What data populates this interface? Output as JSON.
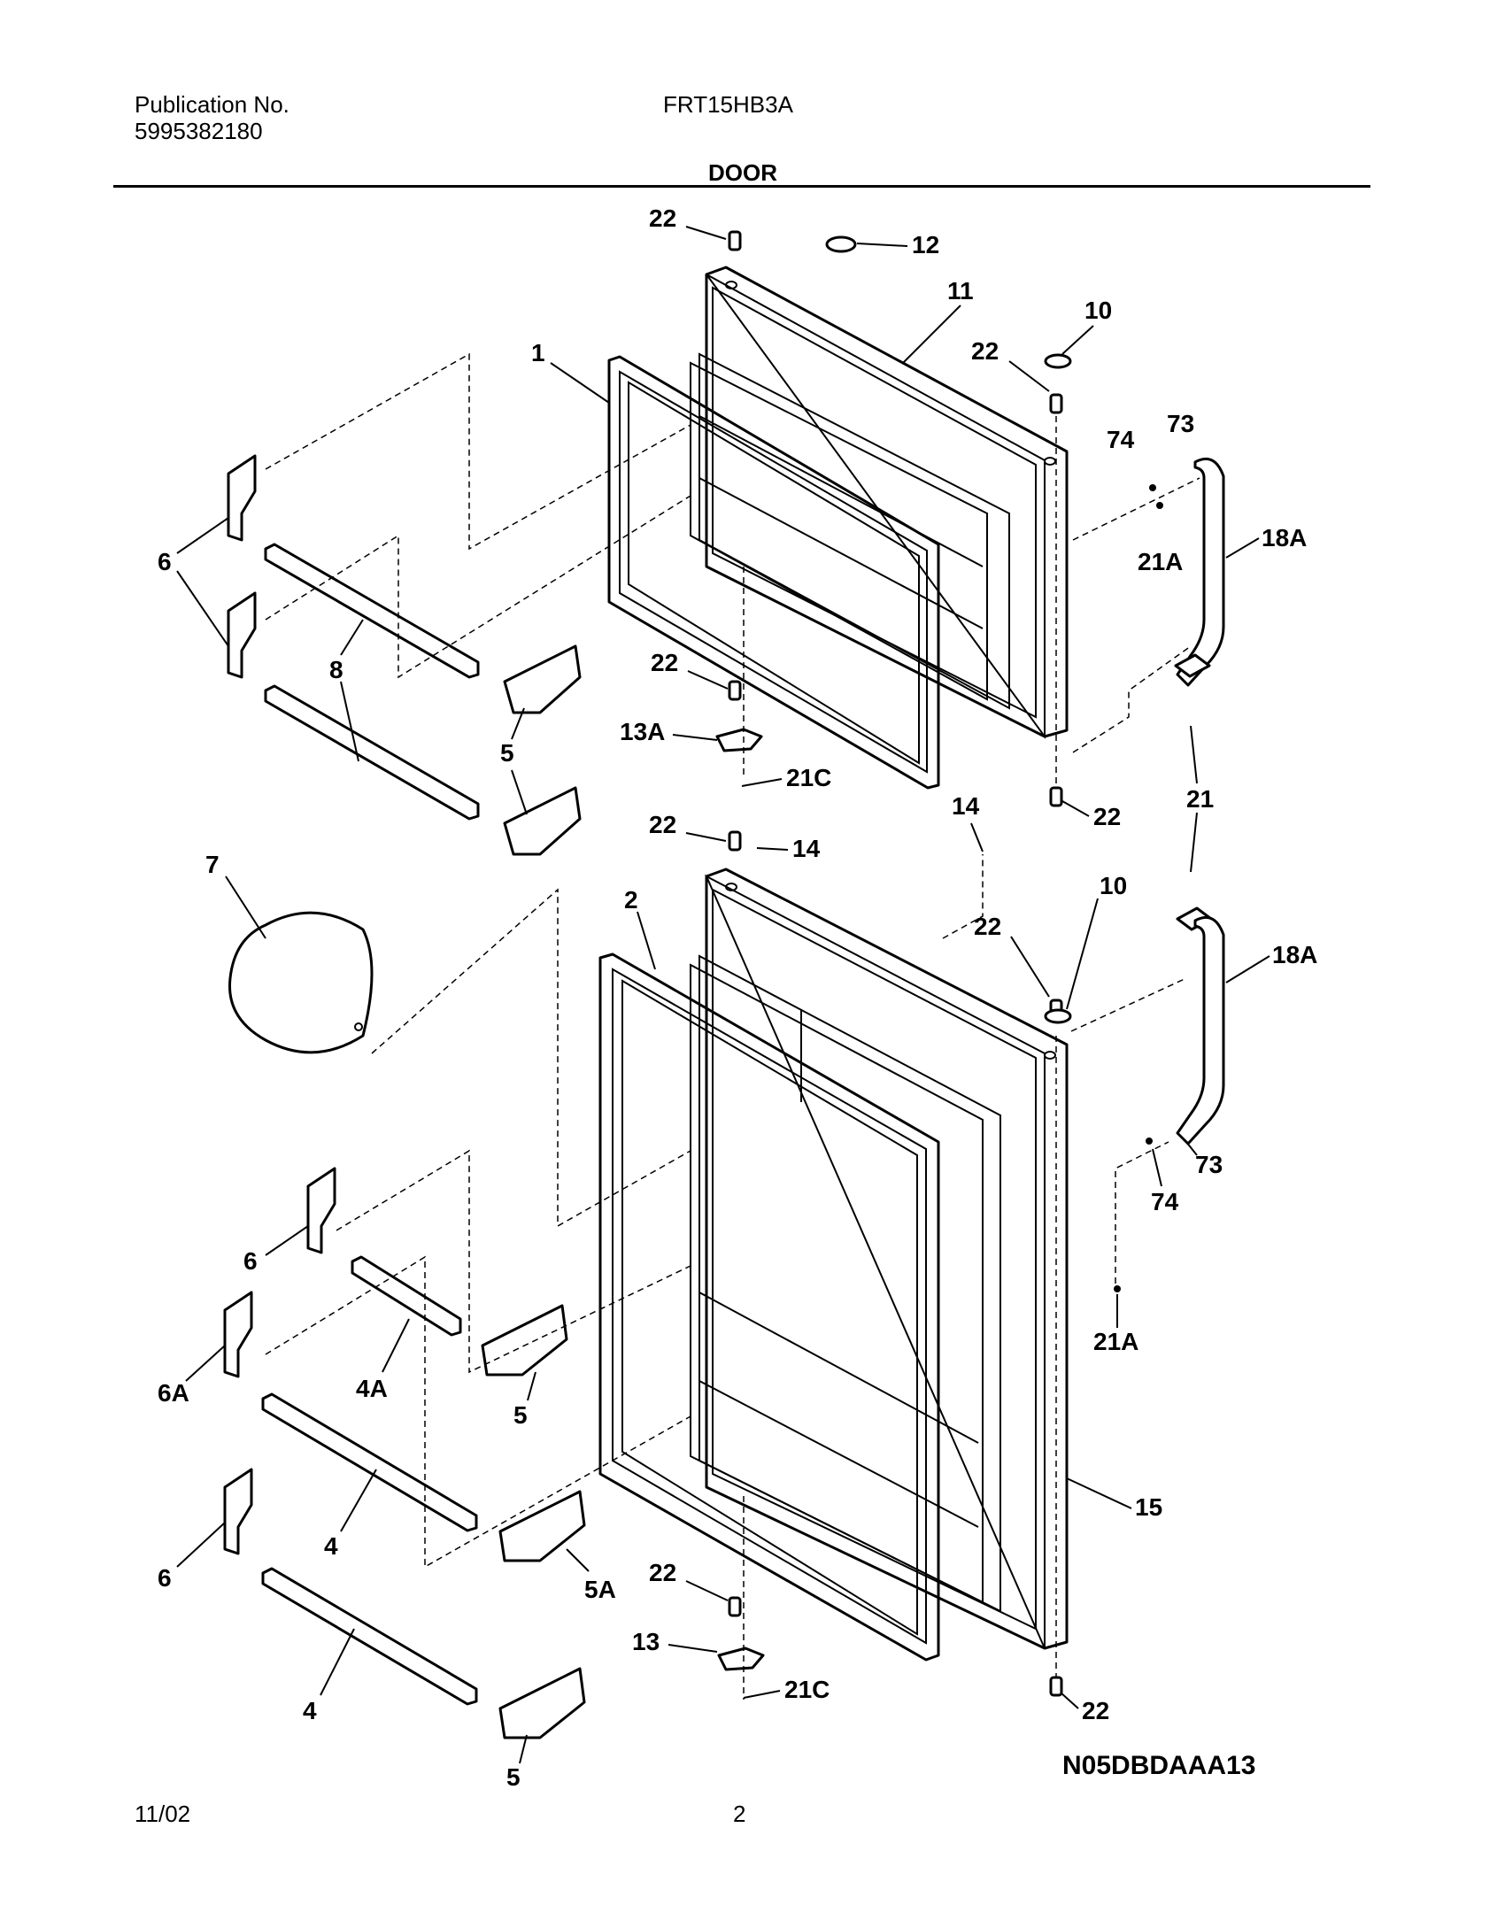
{
  "header": {
    "publication_label": "Publication No.",
    "publication_number": "5995382180",
    "model": "FRT15HB3A",
    "section_title": "DOOR"
  },
  "diagram": {
    "drawing_code": "N05DBDAAA13",
    "callouts": [
      "22",
      "12",
      "11",
      "10",
      "1",
      "22",
      "74",
      "73",
      "18A",
      "21A",
      "6",
      "8",
      "22",
      "13A",
      "21C",
      "5",
      "22",
      "21",
      "22",
      "14",
      "14",
      "7",
      "2",
      "10",
      "22",
      "18A",
      "73",
      "74",
      "6",
      "4A",
      "6A",
      "21A",
      "5",
      "15",
      "4",
      "22",
      "6",
      "5A",
      "13",
      "21C",
      "22",
      "4",
      "5"
    ]
  },
  "footer": {
    "date": "11/02",
    "page": "2"
  }
}
